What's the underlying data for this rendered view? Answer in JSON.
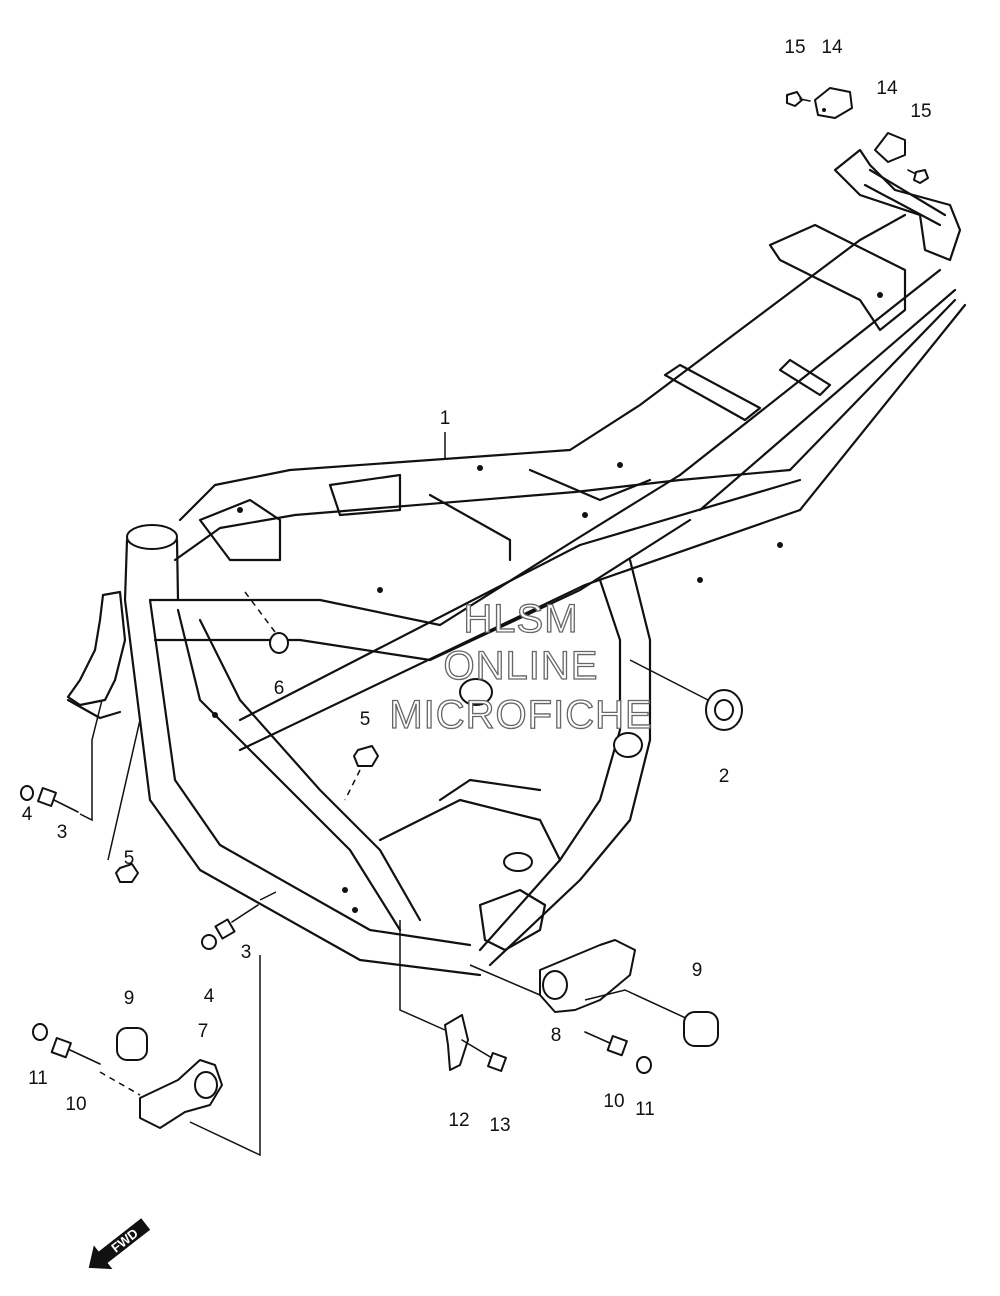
{
  "callouts": [
    "1",
    "2",
    "3",
    "3",
    "4",
    "4",
    "5",
    "5",
    "6",
    "7",
    "8",
    "9",
    "9",
    "10",
    "10",
    "11",
    "11",
    "12",
    "13",
    "14",
    "14",
    "15",
    "15"
  ],
  "watermark": {
    "line1": "HLSM",
    "line2": "ONLINE",
    "line3": "MICROFICHE"
  },
  "direction_label": "FWD",
  "colors": {
    "line": "#111111",
    "background": "#ffffff",
    "watermark_outline": "#666666"
  }
}
